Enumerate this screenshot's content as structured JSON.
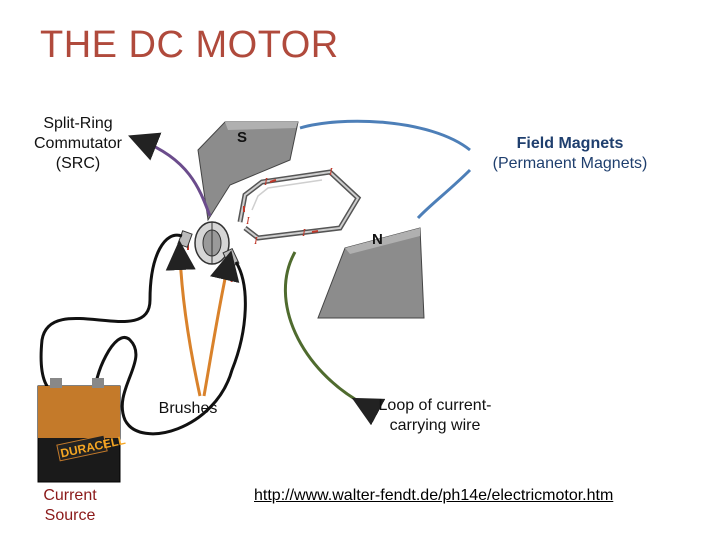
{
  "title": "THE DC MOTOR",
  "labels": {
    "split_ring": [
      "Split-Ring",
      "Commutator",
      "(SRC)"
    ],
    "field_magnets_bold": "Field Magnets",
    "field_magnets_sub": "(Permanent Magnets)",
    "brushes": "Brushes",
    "loop": [
      "Loop of current-",
      "carrying wire"
    ],
    "current_source": [
      "Current",
      "Source"
    ]
  },
  "magnet_poles": {
    "south": "S",
    "north": "N"
  },
  "current_symbol": "I",
  "battery_brand": "DURACELL",
  "link": "http://www.walter-fendt.de/ph14e/electricmotor.htm",
  "colors": {
    "title": "#b04a3c",
    "src_arrow": "#6b4c8c",
    "field_arrow": "#4d7fb8",
    "brush_arrow": "#d9822b",
    "loop_arrow": "#4f6b2e",
    "current_label": "#8b1a1a",
    "magnet": "#8c8c8c"
  }
}
